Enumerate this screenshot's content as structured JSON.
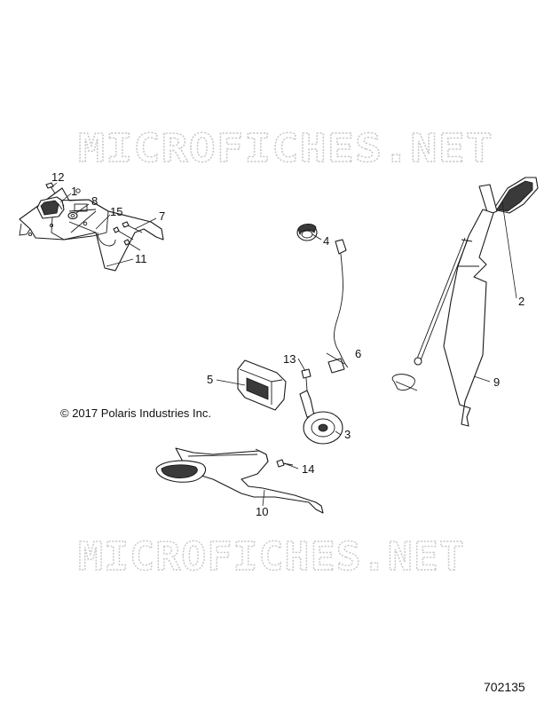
{
  "watermark": {
    "text": "MICROFICHES.NET"
  },
  "copyright": "© 2017 Polaris Industries Inc.",
  "figure_number": "702135",
  "callouts": [
    {
      "id": "c1",
      "label": "1"
    },
    {
      "id": "c2",
      "label": "2"
    },
    {
      "id": "c3",
      "label": "3"
    },
    {
      "id": "c4",
      "label": "4"
    },
    {
      "id": "c5",
      "label": "5"
    },
    {
      "id": "c6",
      "label": "6"
    },
    {
      "id": "c7",
      "label": "7"
    },
    {
      "id": "c8",
      "label": "8"
    },
    {
      "id": "c9",
      "label": "9"
    },
    {
      "id": "c10",
      "label": "10"
    },
    {
      "id": "c11",
      "label": "11"
    },
    {
      "id": "c12",
      "label": "12"
    },
    {
      "id": "c13",
      "label": "13"
    },
    {
      "id": "c14",
      "label": "14"
    },
    {
      "id": "c15",
      "label": "15"
    }
  ]
}
